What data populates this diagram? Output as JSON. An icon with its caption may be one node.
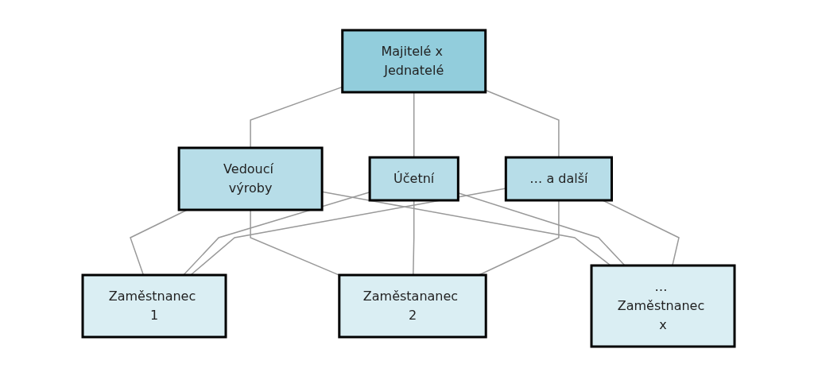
{
  "diagram": {
    "nodes": [
      {
        "text": [
          "Majitelé x Jednatelé"
        ]
      },
      {
        "text": [
          "Vedoucí výroby"
        ]
      },
      {
        "text": [
          "Účetní"
        ]
      },
      {
        "text": [
          "… a další"
        ]
      },
      {
        "text": [
          "Zaměstnanec 1"
        ]
      },
      {
        "text": [
          "Zaměstananec 2"
        ]
      },
      {
        "text": [
          "… Zaměstnanec x"
        ]
      }
    ],
    "edges": [
      {
        "from": 0,
        "to": 1,
        "arrow": "none"
      },
      {
        "from": 0,
        "to": 2,
        "arrow": "none"
      },
      {
        "from": 0,
        "to": 3,
        "arrow": "none"
      },
      {
        "from": 1,
        "to": 4,
        "arrow": "none"
      },
      {
        "from": 1,
        "to": 5,
        "arrow": "none"
      },
      {
        "from": 1,
        "to": 6,
        "arrow": "none"
      },
      {
        "from": 2,
        "to": 4,
        "arrow": "none"
      },
      {
        "from": 2,
        "to": 5,
        "arrow": "none"
      },
      {
        "from": 2,
        "to": 6,
        "arrow": "none"
      },
      {
        "from": 3,
        "to": 4,
        "arrow": "none"
      },
      {
        "from": 3,
        "to": 5,
        "arrow": "none"
      },
      {
        "from": 3,
        "to": 6,
        "arrow": "none"
      }
    ]
  }
}
